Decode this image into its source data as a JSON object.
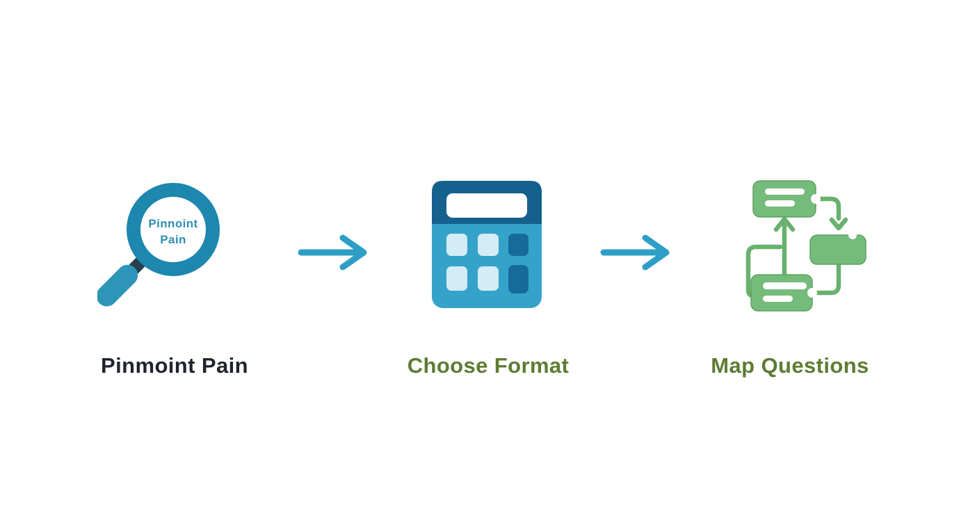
{
  "diagram": {
    "title": "three-step process flow",
    "steps": [
      {
        "label": "Pinmoint Pain",
        "icon": "magnifier-icon",
        "lens_text_line1": "Pinnoint",
        "lens_text_line2": "Pain"
      },
      {
        "label": "Choose Format",
        "icon": "calculator-icon"
      },
      {
        "label": "Map Questions",
        "icon": "flowchart-icon"
      }
    ],
    "connectors": [
      {
        "type": "arrow-right",
        "from": "Pinmoint Pain",
        "to": "Choose Format"
      },
      {
        "type": "arrow-right",
        "from": "Choose Format",
        "to": "Map Questions"
      }
    ],
    "colors": {
      "background": "#ffffff",
      "label_dark": "#20242e",
      "label_green": "#5d7c33",
      "arrow_blue": "#2d9fc6",
      "magnifier_ring_teal": "#1e87ad",
      "magnifier_handle_teal": "#2d96b8",
      "magnifier_collar_navy": "#24404e",
      "lens_text_blue": "#2e8fb4",
      "calculator_body_blue": "#35a3c9",
      "calculator_header_blue": "#15618d",
      "calculator_button_light": "#d4ecf6",
      "calculator_button_dark": "#176b9a",
      "flowchart_green_fill": "#75bb7b",
      "flowchart_green_line": "#69b16e"
    }
  }
}
